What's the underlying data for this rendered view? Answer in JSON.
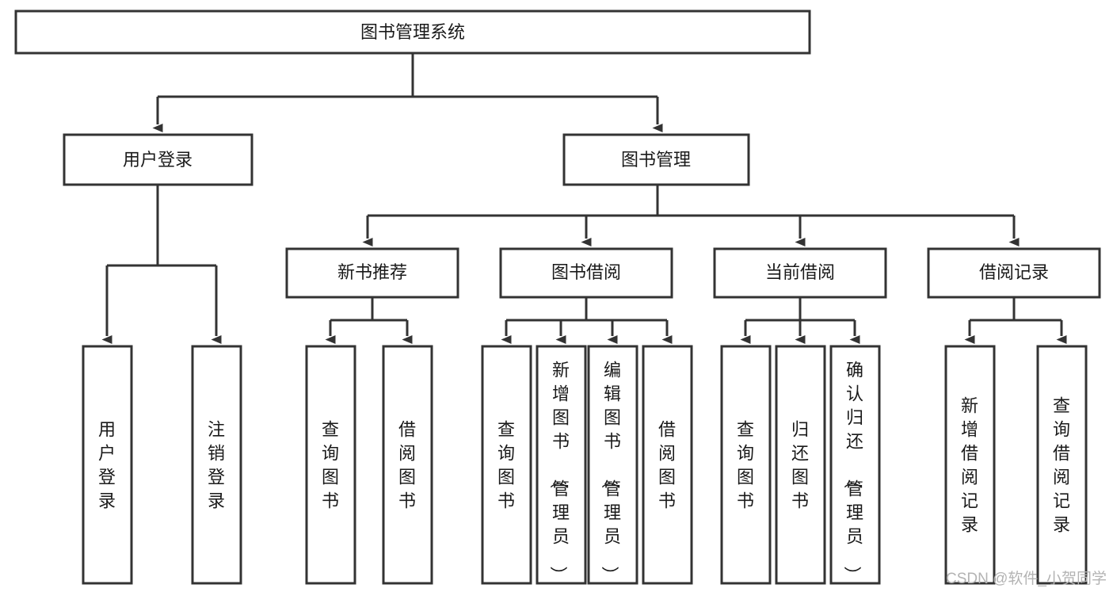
{
  "diagram": {
    "title": "图书管理系统",
    "type": "tree-hierarchy-chart",
    "watermark": "CSDN @软件_小贺同学",
    "colors": {
      "box_stroke": "#333333",
      "box_fill": "#ffffff",
      "text": "#1a1a1a",
      "watermark": "#b3b3b3",
      "background": "#ffffff"
    },
    "levels": {
      "root": {
        "label": "图书管理系统",
        "orientation": "horizontal"
      },
      "level2": [
        {
          "id": "user-login",
          "label": "用户登录",
          "orientation": "horizontal"
        },
        {
          "id": "book-management",
          "label": "图书管理",
          "orientation": "horizontal"
        }
      ],
      "level3": [
        {
          "id": "new-book-recommend",
          "label": "新书推荐",
          "orientation": "horizontal",
          "parent": "book-management"
        },
        {
          "id": "book-borrow",
          "label": "图书借阅",
          "orientation": "horizontal",
          "parent": "book-management"
        },
        {
          "id": "current-borrow",
          "label": "当前借阅",
          "orientation": "horizontal",
          "parent": "book-management"
        },
        {
          "id": "borrow-record",
          "label": "借阅记录",
          "orientation": "horizontal",
          "parent": "book-management"
        }
      ],
      "leaves": [
        {
          "id": "leaf-user-login",
          "label": "用户登录",
          "orientation": "vertical",
          "parent": "user-login"
        },
        {
          "id": "leaf-user-logout",
          "label": "注销登录",
          "orientation": "vertical",
          "parent": "user-login"
        },
        {
          "id": "leaf-query-book-1",
          "label": "查询图书",
          "orientation": "vertical",
          "parent": "new-book-recommend"
        },
        {
          "id": "leaf-borrow-book-1",
          "label": "借阅图书",
          "orientation": "vertical",
          "parent": "new-book-recommend"
        },
        {
          "id": "leaf-query-book-2",
          "label": "查询图书",
          "orientation": "vertical",
          "parent": "book-borrow"
        },
        {
          "id": "leaf-add-book",
          "label": "新增图书（管理员）",
          "orientation": "vertical",
          "parent": "book-borrow"
        },
        {
          "id": "leaf-edit-book",
          "label": "编辑图书（管理员）",
          "orientation": "vertical",
          "parent": "book-borrow"
        },
        {
          "id": "leaf-borrow-book-2",
          "label": "借阅图书",
          "orientation": "vertical",
          "parent": "book-borrow"
        },
        {
          "id": "leaf-query-book-3",
          "label": "查询图书",
          "orientation": "vertical",
          "parent": "current-borrow"
        },
        {
          "id": "leaf-return-book",
          "label": "归还图书",
          "orientation": "vertical",
          "parent": "current-borrow"
        },
        {
          "id": "leaf-confirm-return",
          "label": "确认归还（管理员）",
          "orientation": "vertical",
          "parent": "current-borrow"
        },
        {
          "id": "leaf-add-record",
          "label": "新增借阅记录",
          "orientation": "vertical",
          "parent": "borrow-record"
        },
        {
          "id": "leaf-query-record",
          "label": "查询借阅记录",
          "orientation": "vertical",
          "parent": "borrow-record"
        }
      ]
    }
  }
}
